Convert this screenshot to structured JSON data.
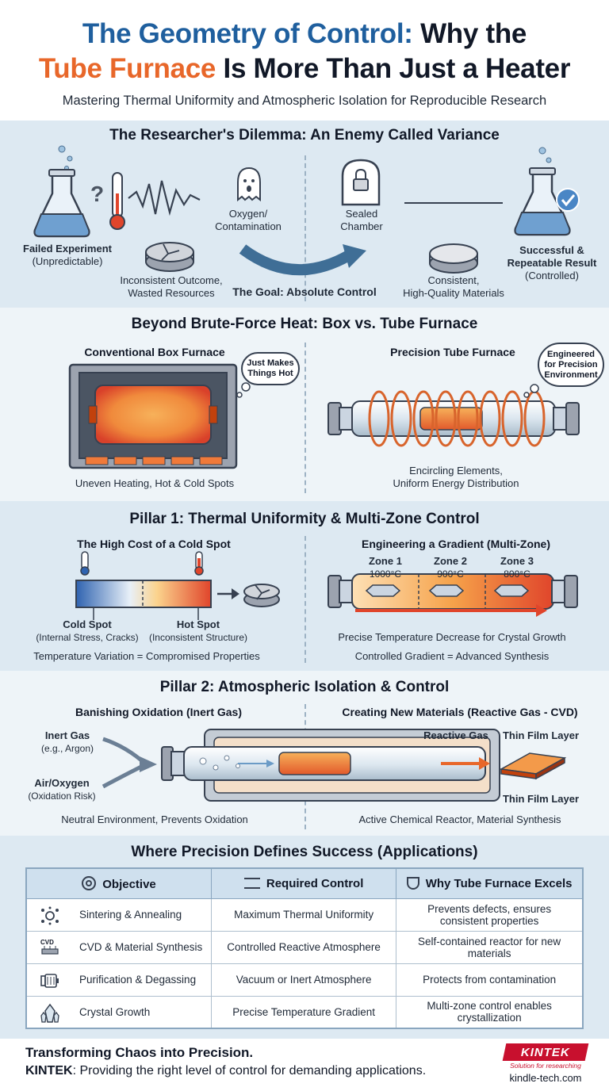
{
  "header": {
    "title_line1_blue": "The Geometry of Control:",
    "title_line1_dark": "Why the",
    "title_line2_orange": "Tube Furnace",
    "title_line2_dark": "Is More Than Just a Heater",
    "subtitle": "Mastering Thermal Uniformity and Atmospheric Isolation for Reproducible Research"
  },
  "dilemma": {
    "title": "The Researcher's Dilemma: An Enemy Called Variance",
    "failed": "Failed Experiment",
    "failed_sub": "(Unpredictable)",
    "oxygen": "Oxygen/\nContamination",
    "inconsistent": "Inconsistent Outcome,\nWasted Resources",
    "goal": "The Goal: Absolute Control",
    "sealed": "Sealed\nChamber",
    "consistent": "Consistent,\nHigh-Quality Materials",
    "success": "Successful &\nRepeatable Result",
    "success_sub": "(Controlled)"
  },
  "furnace": {
    "title": "Beyond Brute-Force Heat: Box vs. Tube Furnace",
    "box_head": "Conventional Box Furnace",
    "box_cloud": "Just Makes\nThings Hot",
    "box_caption": "Uneven Heating, Hot & Cold Spots",
    "tube_head": "Precision Tube Furnace",
    "tube_cloud": "Engineered\nfor Precision\nEnvironment",
    "tube_caption": "Encircling Elements,\nUniform Energy Distribution"
  },
  "pillar1": {
    "title": "Pillar 1: Thermal Uniformity & Multi-Zone Control",
    "left_head": "The High Cost of a Cold Spot",
    "cold": "Cold Spot",
    "cold_sub": "(Internal Stress, Cracks)",
    "hot": "Hot Spot",
    "hot_sub": "(Inconsistent Structure)",
    "left_caption": "Temperature Variation = Compromised Properties",
    "right_head": "Engineering a Gradient (Multi-Zone)",
    "zones": [
      {
        "name": "Zone 1",
        "temp": "1000°C"
      },
      {
        "name": "Zone 2",
        "temp": "900°C"
      },
      {
        "name": "Zone 3",
        "temp": "800°C"
      }
    ],
    "right_caption1": "Precise Temperature Decrease for Crystal Growth",
    "right_caption2": "Controlled Gradient = Advanced Synthesis"
  },
  "pillar2": {
    "title": "Pillar 2: Atmospheric Isolation & Control",
    "left_head": "Banishing Oxidation (Inert Gas)",
    "inert": "Inert Gas",
    "inert_sub": "(e.g., Argon)",
    "air": "Air/Oxygen",
    "air_sub": "(Oxidation Risk)",
    "left_caption": "Neutral Environment, Prevents Oxidation",
    "right_head": "Creating New Materials (Reactive Gas - CVD)",
    "reactive": "Reactive Gas",
    "film_top": "Thin Film Layer",
    "film_bottom": "Thin Film Layer",
    "right_caption": "Active Chemical Reactor, Material Synthesis"
  },
  "applications": {
    "title": "Where Precision Defines Success (Applications)",
    "headers": [
      "Objective",
      "Required Control",
      "Why Tube Furnace Excels"
    ],
    "rows": [
      {
        "objective": "Sintering & Annealing",
        "control": "Maximum Thermal Uniformity",
        "why": "Prevents defects, ensures\nconsistent properties",
        "icon": "sintering-icon"
      },
      {
        "objective": "CVD & Material Synthesis",
        "control": "Controlled Reactive Atmosphere",
        "why": "Self-contained reactor for new\nmaterials",
        "icon": "cvd-icon",
        "icon_text": "CVD"
      },
      {
        "objective": "Purification & Degassing",
        "control": "Vacuum or Inert Atmosphere",
        "why": "Protects from contamination",
        "icon": "pump-icon"
      },
      {
        "objective": "Crystal Growth",
        "control": "Precise Temperature Gradient",
        "why": "Multi-zone control enables\ncrystallization",
        "icon": "crystal-icon"
      }
    ]
  },
  "footer": {
    "line1": "Transforming Chaos into Precision.",
    "brand_inline": "KINTEK",
    "line2": ": Providing the right level of control for demanding applications.",
    "logo": "KINTEK",
    "logo_sub": "Solution for researching",
    "site": "kindle-tech.com"
  },
  "colors": {
    "blue": "#1f5f9e",
    "orange": "#e8672a",
    "band": "#dde9f2",
    "hot": "#e0452b",
    "cold": "#2f63b0",
    "brand_red": "#c8102e"
  }
}
